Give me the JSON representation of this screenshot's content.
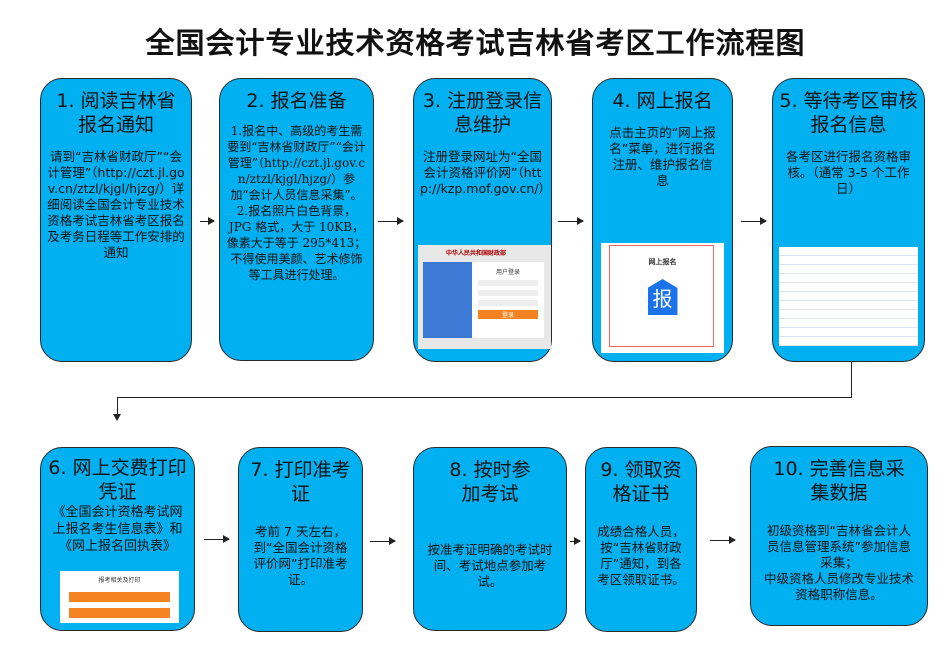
{
  "title": "全国会计专业技术资格考试吉林省考区工作流程图",
  "steps": [
    {
      "title": "1. 阅读吉林省报名通知",
      "body": "请到“吉林省财政厅”“会计管理”（http://czt.jl.gov.cn/ztzl/kjgl/hjzg/）详细阅读全国会计专业技术资格考试吉林省考区报名及考务日程等工作安排的通知"
    },
    {
      "title": "2. 报名准备",
      "body1": "1.报名中、高级的考生需要到“吉林省财政厅”“会计管理”（http://czt.jl.gov.cn/ztzl/kjgl/hjzg/）参加“会计人员信息采集”。",
      "body2": "2.报名照片白色背景，JPG 格式，大于 10KB，像素大于等于 295*413；",
      "body3": "不得使用美颜、艺术修饰等工具进行处理。"
    },
    {
      "title": "3. 注册登录信息维护",
      "body": "注册登录网址为“全国会计资格评价网”（http://kzp.mof.gov.cn/）",
      "shot_header": "中华人民共和国财政部",
      "shot_login": "用户登录",
      "shot_button": "登录"
    },
    {
      "title": "4. 网上报名",
      "body": "点击主页的“网上报名”菜单，进行报名注册、维护报名信息",
      "shot_header": "网上报名",
      "shot_icon": "报"
    },
    {
      "title": "5. 等待考区审核报名信息",
      "body": "各考区进行报名资格审核。（通常 3-5 个工作日）"
    },
    {
      "title": "6. 网上交费打印凭证",
      "body": "《全国会计资格考试网上报名考生信息表》和《网上报名回执表》",
      "shot_header": "报考相关及打印"
    },
    {
      "title": "7. 打印准考证",
      "body": "考前 7 天左右，到“全国会计资格评价网”打印准考证。"
    },
    {
      "title": "8. 按时参加考试",
      "body": "按准考证明确的考试时间、考试地点参加考试。"
    },
    {
      "title": "9. 领取资格证书",
      "body": "成绩合格人员，按“吉林省财政厅”通知，到各考区领取证书。"
    },
    {
      "title": "10. 完善信息采集数据",
      "body1": "初级资格到“吉林省会计人员信息管理系统”参加信息采集；",
      "body2": "中级资格人员修改专业技术资格职称信息。"
    }
  ],
  "colors": {
    "box": "#00b0f0",
    "border": "#2a2a2a",
    "orange": "#f58220"
  }
}
